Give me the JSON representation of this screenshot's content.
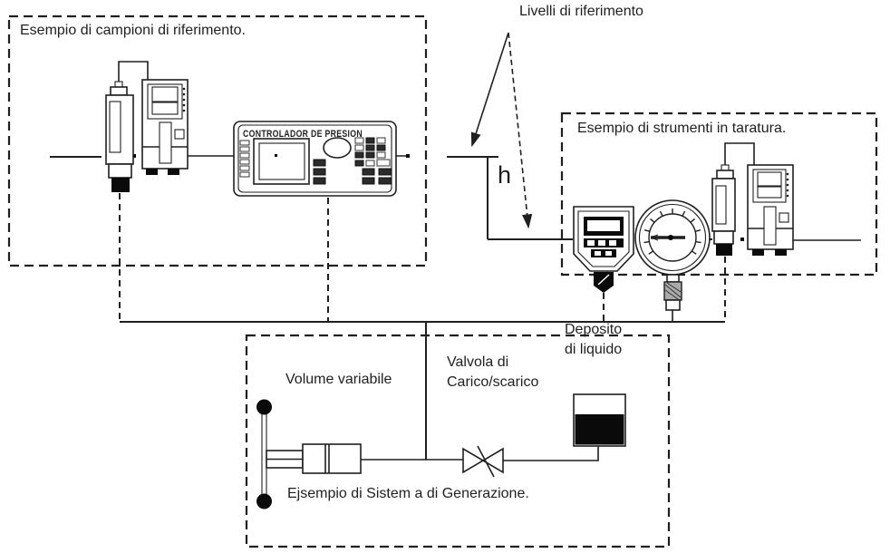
{
  "diagram": {
    "top_label": "Livelli di riferimento",
    "height_label": "h",
    "reference_box": {
      "label": "Esempio di campioni di riferimento."
    },
    "calibration_box": {
      "label": "Esempio di strumenti in taratura."
    },
    "generation_box": {
      "label": "Ejsempio di Sistem a di Generazione."
    },
    "controller": {
      "title": "CONTROLADOR DE PRESION"
    },
    "volume_label": "Volume variabile",
    "valve_label_line1": "Valvola di",
    "valve_label_line2": "Carico/scarico",
    "tank_label_line1": "Deposito",
    "tank_label_line2": "di liquido",
    "colors": {
      "line": "#1f1f1f",
      "background": "#ffffff",
      "fill": "#0a0a0a"
    }
  }
}
